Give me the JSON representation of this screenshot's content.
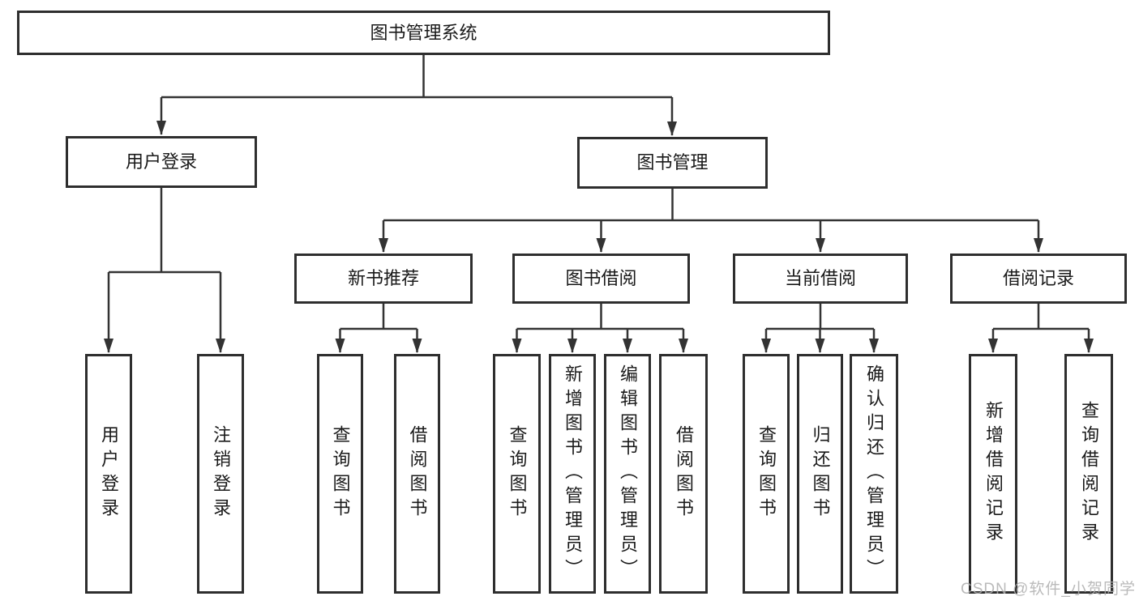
{
  "tree": {
    "root": {
      "label": "图书管理系统",
      "children": [
        {
          "label": "用户登录",
          "children": [
            {
              "label": "用户登录"
            },
            {
              "label": "注销登录"
            }
          ]
        },
        {
          "label": "图书管理",
          "children": [
            {
              "label": "新书推荐",
              "children": [
                {
                  "label": "查询图书"
                },
                {
                  "label": "借阅图书"
                }
              ]
            },
            {
              "label": "图书借阅",
              "children": [
                {
                  "label": "查询图书"
                },
                {
                  "label": "新增图书（管理员）"
                },
                {
                  "label": "编辑图书（管理员）"
                },
                {
                  "label": "借阅图书"
                }
              ]
            },
            {
              "label": "当前借阅",
              "children": [
                {
                  "label": "查询图书"
                },
                {
                  "label": "归还图书"
                },
                {
                  "label": "确认归还（管理员）"
                }
              ]
            },
            {
              "label": "借阅记录",
              "children": [
                {
                  "label": "新增借阅记录"
                },
                {
                  "label": "查询借阅记录"
                }
              ]
            }
          ]
        }
      ]
    }
  },
  "watermark": "CSDN @软件_小贺同学",
  "colors": {
    "line": "#333333",
    "box_border": "#2e2e2e",
    "text": "#1a1a1a",
    "background": "#ffffff",
    "watermark": "#aeaeae"
  }
}
